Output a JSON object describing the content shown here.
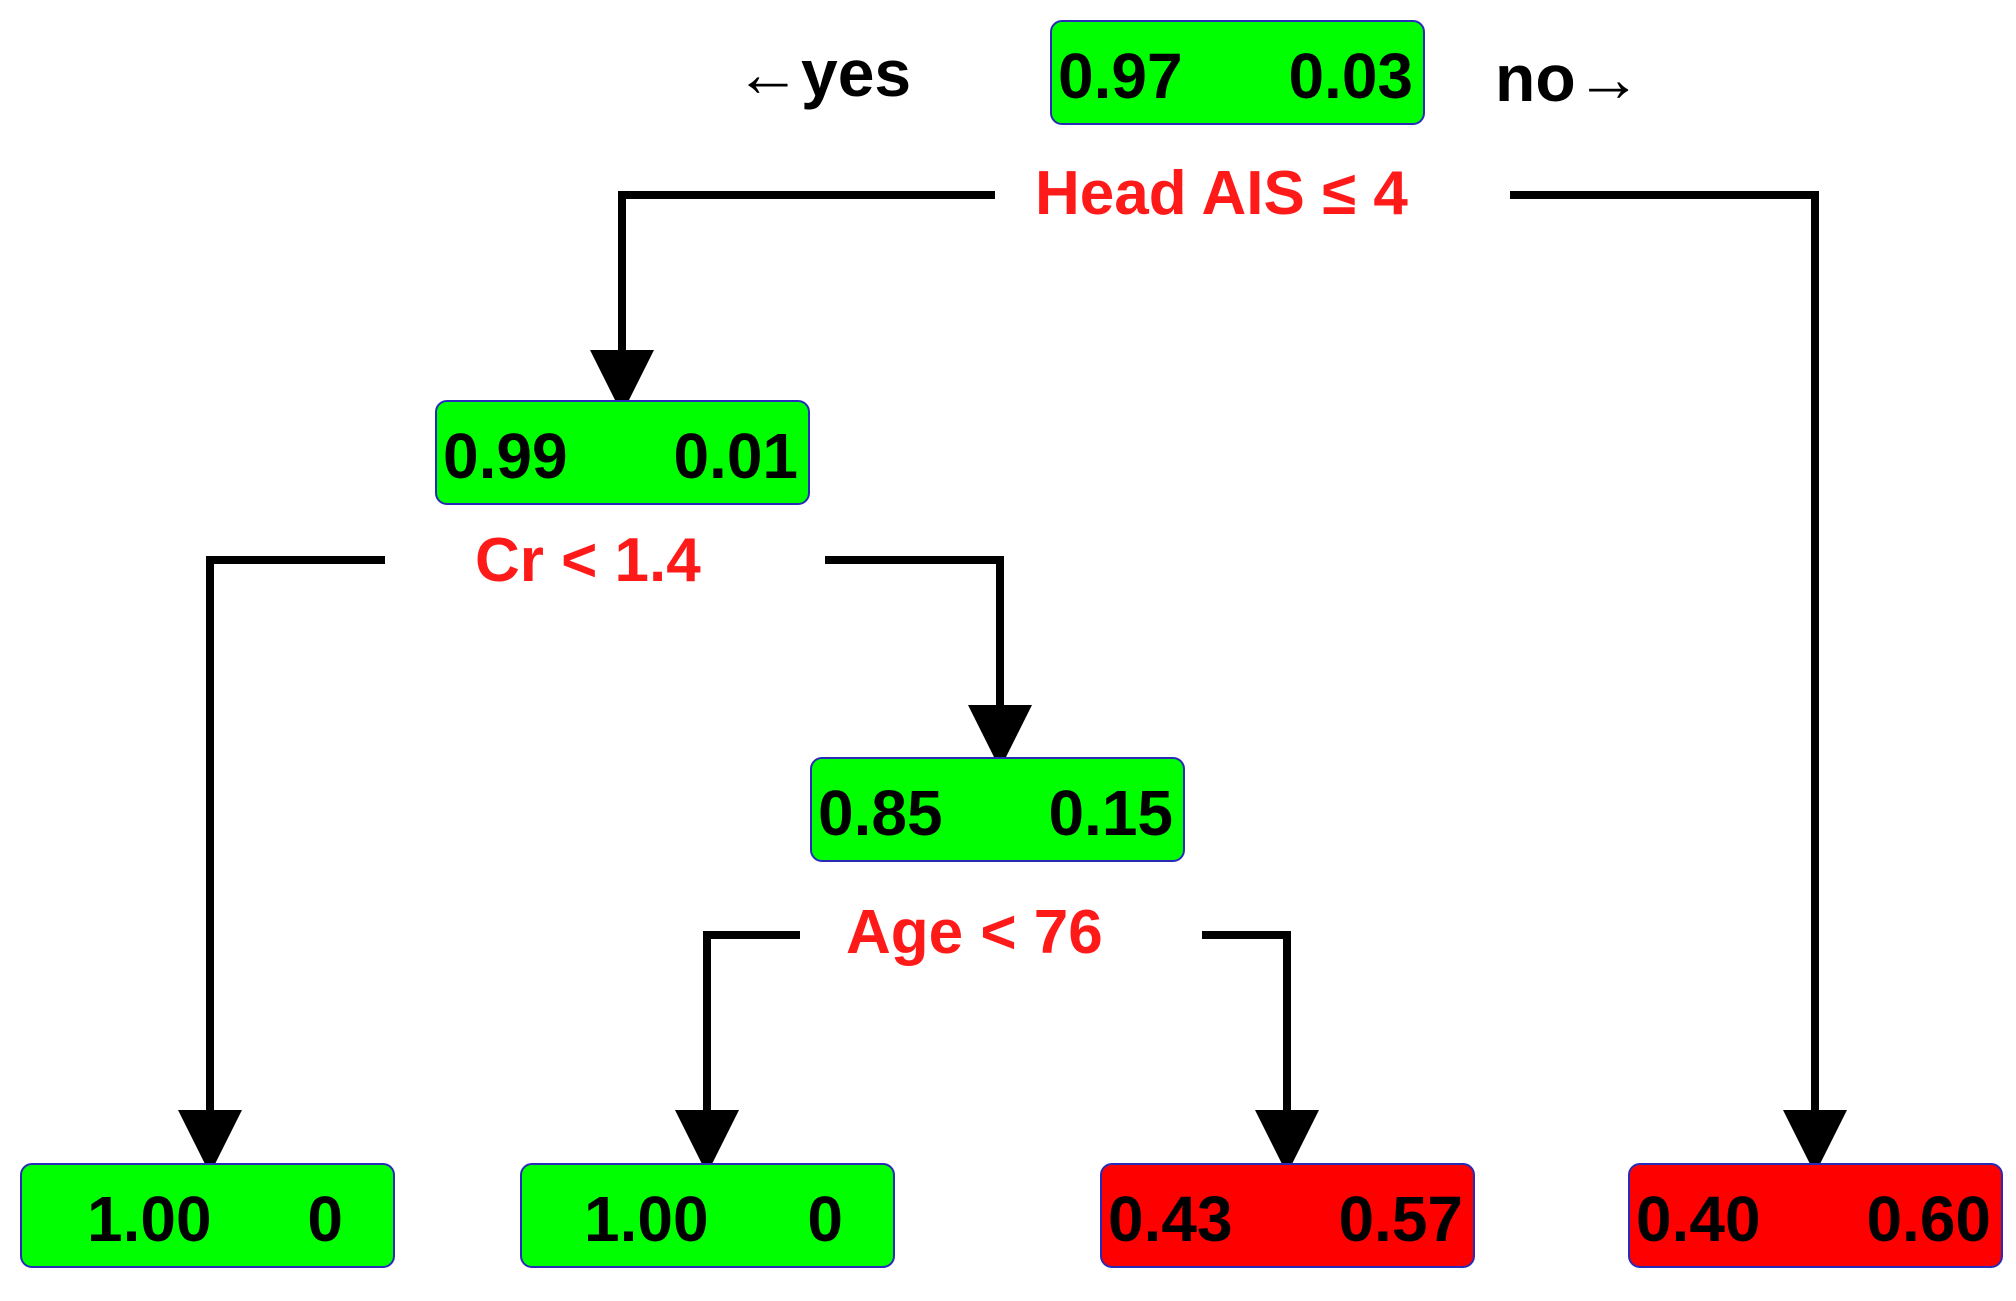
{
  "direction": {
    "yes": "←yes",
    "no": "no→"
  },
  "nodes": {
    "root": {
      "left": "0.97",
      "right": "0.03",
      "color": "#00ff00"
    },
    "n1": {
      "left": "0.99",
      "right": "0.01",
      "color": "#00ff00"
    },
    "n2": {
      "left": "0.85",
      "right": "0.15",
      "color": "#00ff00"
    },
    "leaf1": {
      "left": "1.00",
      "right": "0",
      "color": "#00ff00"
    },
    "leaf2": {
      "left": "1.00",
      "right": "0",
      "color": "#00ff00"
    },
    "leaf3": {
      "left": "0.43",
      "right": "0.57",
      "color": "#ff0000"
    },
    "leaf4": {
      "left": "0.40",
      "right": "0.60",
      "color": "#ff0000"
    }
  },
  "splits": {
    "root": "Head AIS ≤ 4",
    "n1": "Cr < 1.4",
    "n2": "Age < 76"
  },
  "colors": {
    "split_text": "#ff1a1a",
    "edge": "#000000",
    "node_border": "#2a2ab8"
  }
}
